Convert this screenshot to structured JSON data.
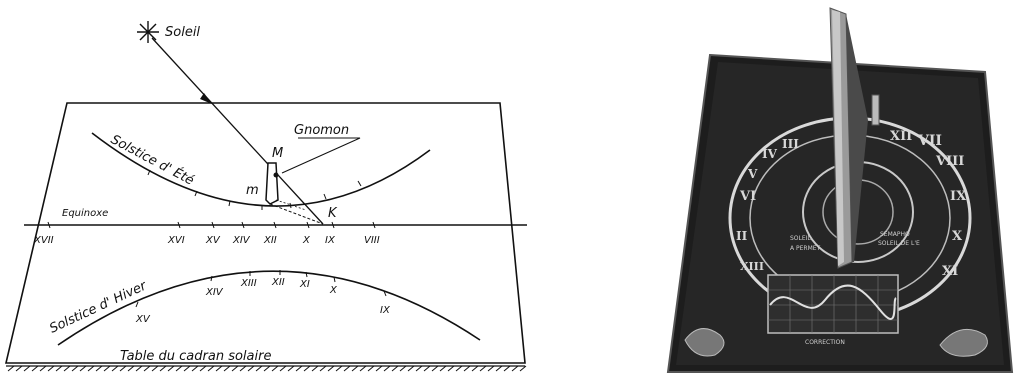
{
  "diagram": {
    "sun_label": "Soleil",
    "gnomon_label": "Gnomon",
    "point_m_upper": "M",
    "point_m_lower": "m",
    "point_k": "K",
    "summer_curve_label": "Solstice d' Été",
    "equinox_label": "Equinoxe",
    "winter_curve_label": "Solstice d' Hiver",
    "table_caption": "Table du cadran solaire",
    "equinox_hours": [
      "XVII",
      "XVI",
      "XV",
      "XIV",
      "XII",
      "X",
      "IX",
      "VIII"
    ],
    "winter_hours": [
      "XV",
      "XIV",
      "XIII",
      "XII",
      "XI",
      "X",
      "IX"
    ]
  },
  "photo": {
    "dial_numerals": [
      "VII",
      "VIII",
      "IX",
      "X",
      "XI",
      "XII",
      "XIII",
      "VI",
      "V",
      "IV",
      "III",
      "II"
    ],
    "inner_text": [
      "SEMAPHO",
      "SOLEIL DE L'E",
      "SOLEIL",
      "A PERMET",
      "CORRECTION"
    ]
  }
}
